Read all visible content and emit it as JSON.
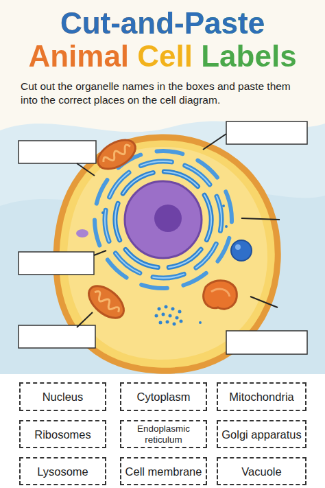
{
  "diagram": {
    "title": "Cut-and-Paste Animal Cell Labels",
    "nodes": [
      {
        "text": [
          "Nucleus"
        ]
      },
      {
        "text": [
          "Cytoplasm"
        ]
      },
      {
        "text": [
          "Mitochondria"
        ]
      },
      {
        "text": [
          "Ribosomes"
        ]
      },
      {
        "text": [
          "Endoplasmic reticulum"
        ]
      },
      {
        "text": [
          "Golgi apparatus"
        ]
      },
      {
        "text": [
          "Lysosome"
        ]
      },
      {
        "text": [
          "Cell membrane"
        ]
      },
      {
        "text": [
          "Vacuole"
        ]
      }
    ],
    "labels": [
      "Cut out the organelle names in the boxes and paste them into the correct places on the cell diagram."
    ]
  }
}
